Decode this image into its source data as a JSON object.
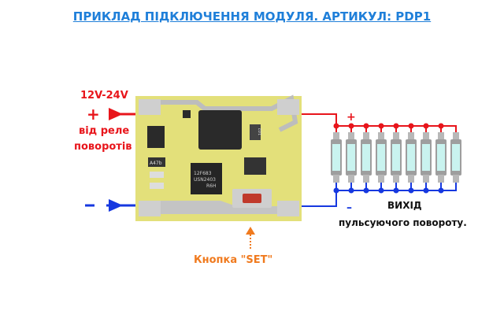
{
  "title": "ПРИКЛАД ПІДКЛЮЧЕННЯ МОДУЛЯ. АРТИКУЛ: PDP1",
  "input": {
    "voltage": "12V-24V",
    "plus": "+",
    "minus": "–",
    "source_line1": "від реле",
    "source_line2": "поворотів"
  },
  "button_label": "Кнопка \"SET\"",
  "output": {
    "plus": "+",
    "minus": "–",
    "line1": "ВИХІД",
    "line2": "пульсуючого повороту.",
    "lamp_count": 9
  },
  "chip_markings": {
    "mcu_line1": "12F683",
    "mcu_line2": "USN2403",
    "mcu_line3": "R6H",
    "resistor": "102",
    "diode": "A47b"
  },
  "colors": {
    "title": "#1f7fd9",
    "positive": "#e8151b",
    "negative": "#1638e0",
    "button_label": "#f07a1e",
    "pcb": "#e3e07a"
  }
}
